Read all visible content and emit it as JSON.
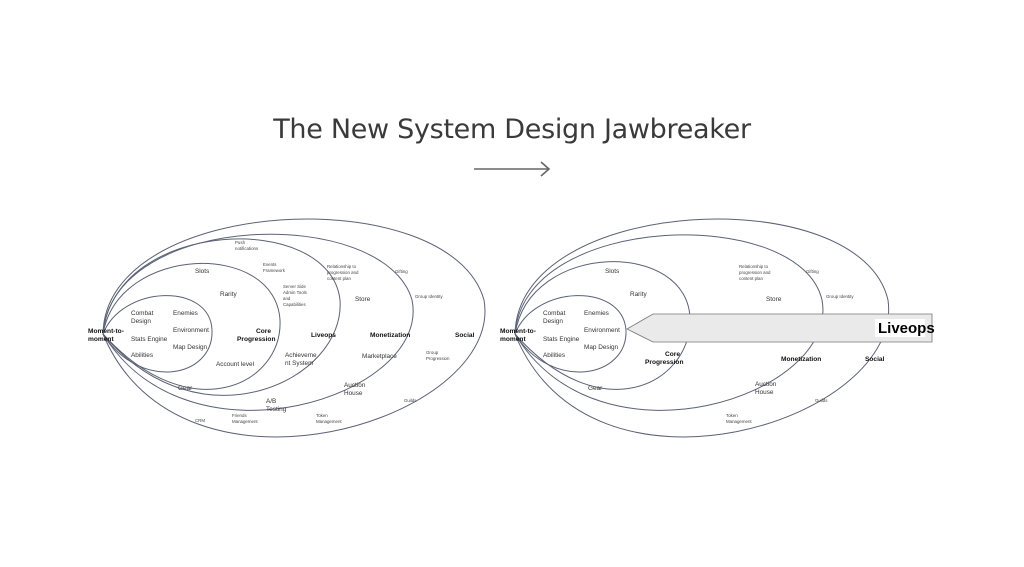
{
  "title": "The New System Design Jawbreaker",
  "left": {
    "moment": [
      "Moment-to-",
      "moment"
    ],
    "combat": [
      "Combat",
      "Design"
    ],
    "stats_engine": "Stats Engine",
    "abilities": "Abilities",
    "enemies": "Enemies",
    "environment": "Environment",
    "map_design": "Map Design",
    "core": [
      "Core",
      "Progression"
    ],
    "slots": "Slots",
    "rarity": "Rarity",
    "account_level": "Account level",
    "gear": "Gear",
    "liveops": "Liveops",
    "push": [
      "Push",
      "notifications"
    ],
    "events": [
      "Events",
      "Framework"
    ],
    "server_side": [
      "Server Side",
      "Admin Tools",
      "and",
      "Capabilities"
    ],
    "achievement": [
      "Achieveme",
      "nt System"
    ],
    "ab_testing": [
      "A/B",
      "Testing"
    ],
    "crm": "CRM",
    "friends": [
      "Friends",
      "Management"
    ],
    "monetization": "Monetization",
    "relationship": [
      "Relationship to",
      "progression and",
      "content plan"
    ],
    "store": "Store",
    "marketplace": "Marketplace",
    "auction": [
      "Auction",
      "House"
    ],
    "token": [
      "Token",
      "Management"
    ],
    "social": "Social",
    "gifting": "Gifting",
    "group_identity": "Group Identity",
    "group_progression": [
      "Group",
      "Progression"
    ],
    "guilds": "Guilds"
  },
  "right": {
    "moment": [
      "Moment-to-",
      "moment"
    ],
    "combat": [
      "Combat",
      "Design"
    ],
    "stats_engine": "Stats Engine",
    "abilities": "Abilities",
    "enemies": "Enemies",
    "environment": "Environment",
    "map_design": "Map Design",
    "core": [
      "Core",
      "Progression"
    ],
    "slots": "Slots",
    "rarity": "Rarity",
    "gear": "Gear",
    "liveops_callout": "Liveops",
    "monetization": "Monetization",
    "relationship": [
      "Relationship to",
      "progression and",
      "content plan"
    ],
    "store": "Store",
    "auction": [
      "Auction",
      "House"
    ],
    "token": [
      "Token",
      "Management"
    ],
    "social": "Social",
    "gifting": "Gifting",
    "group_identity": "Group Identity",
    "guilds": "Guilds"
  }
}
